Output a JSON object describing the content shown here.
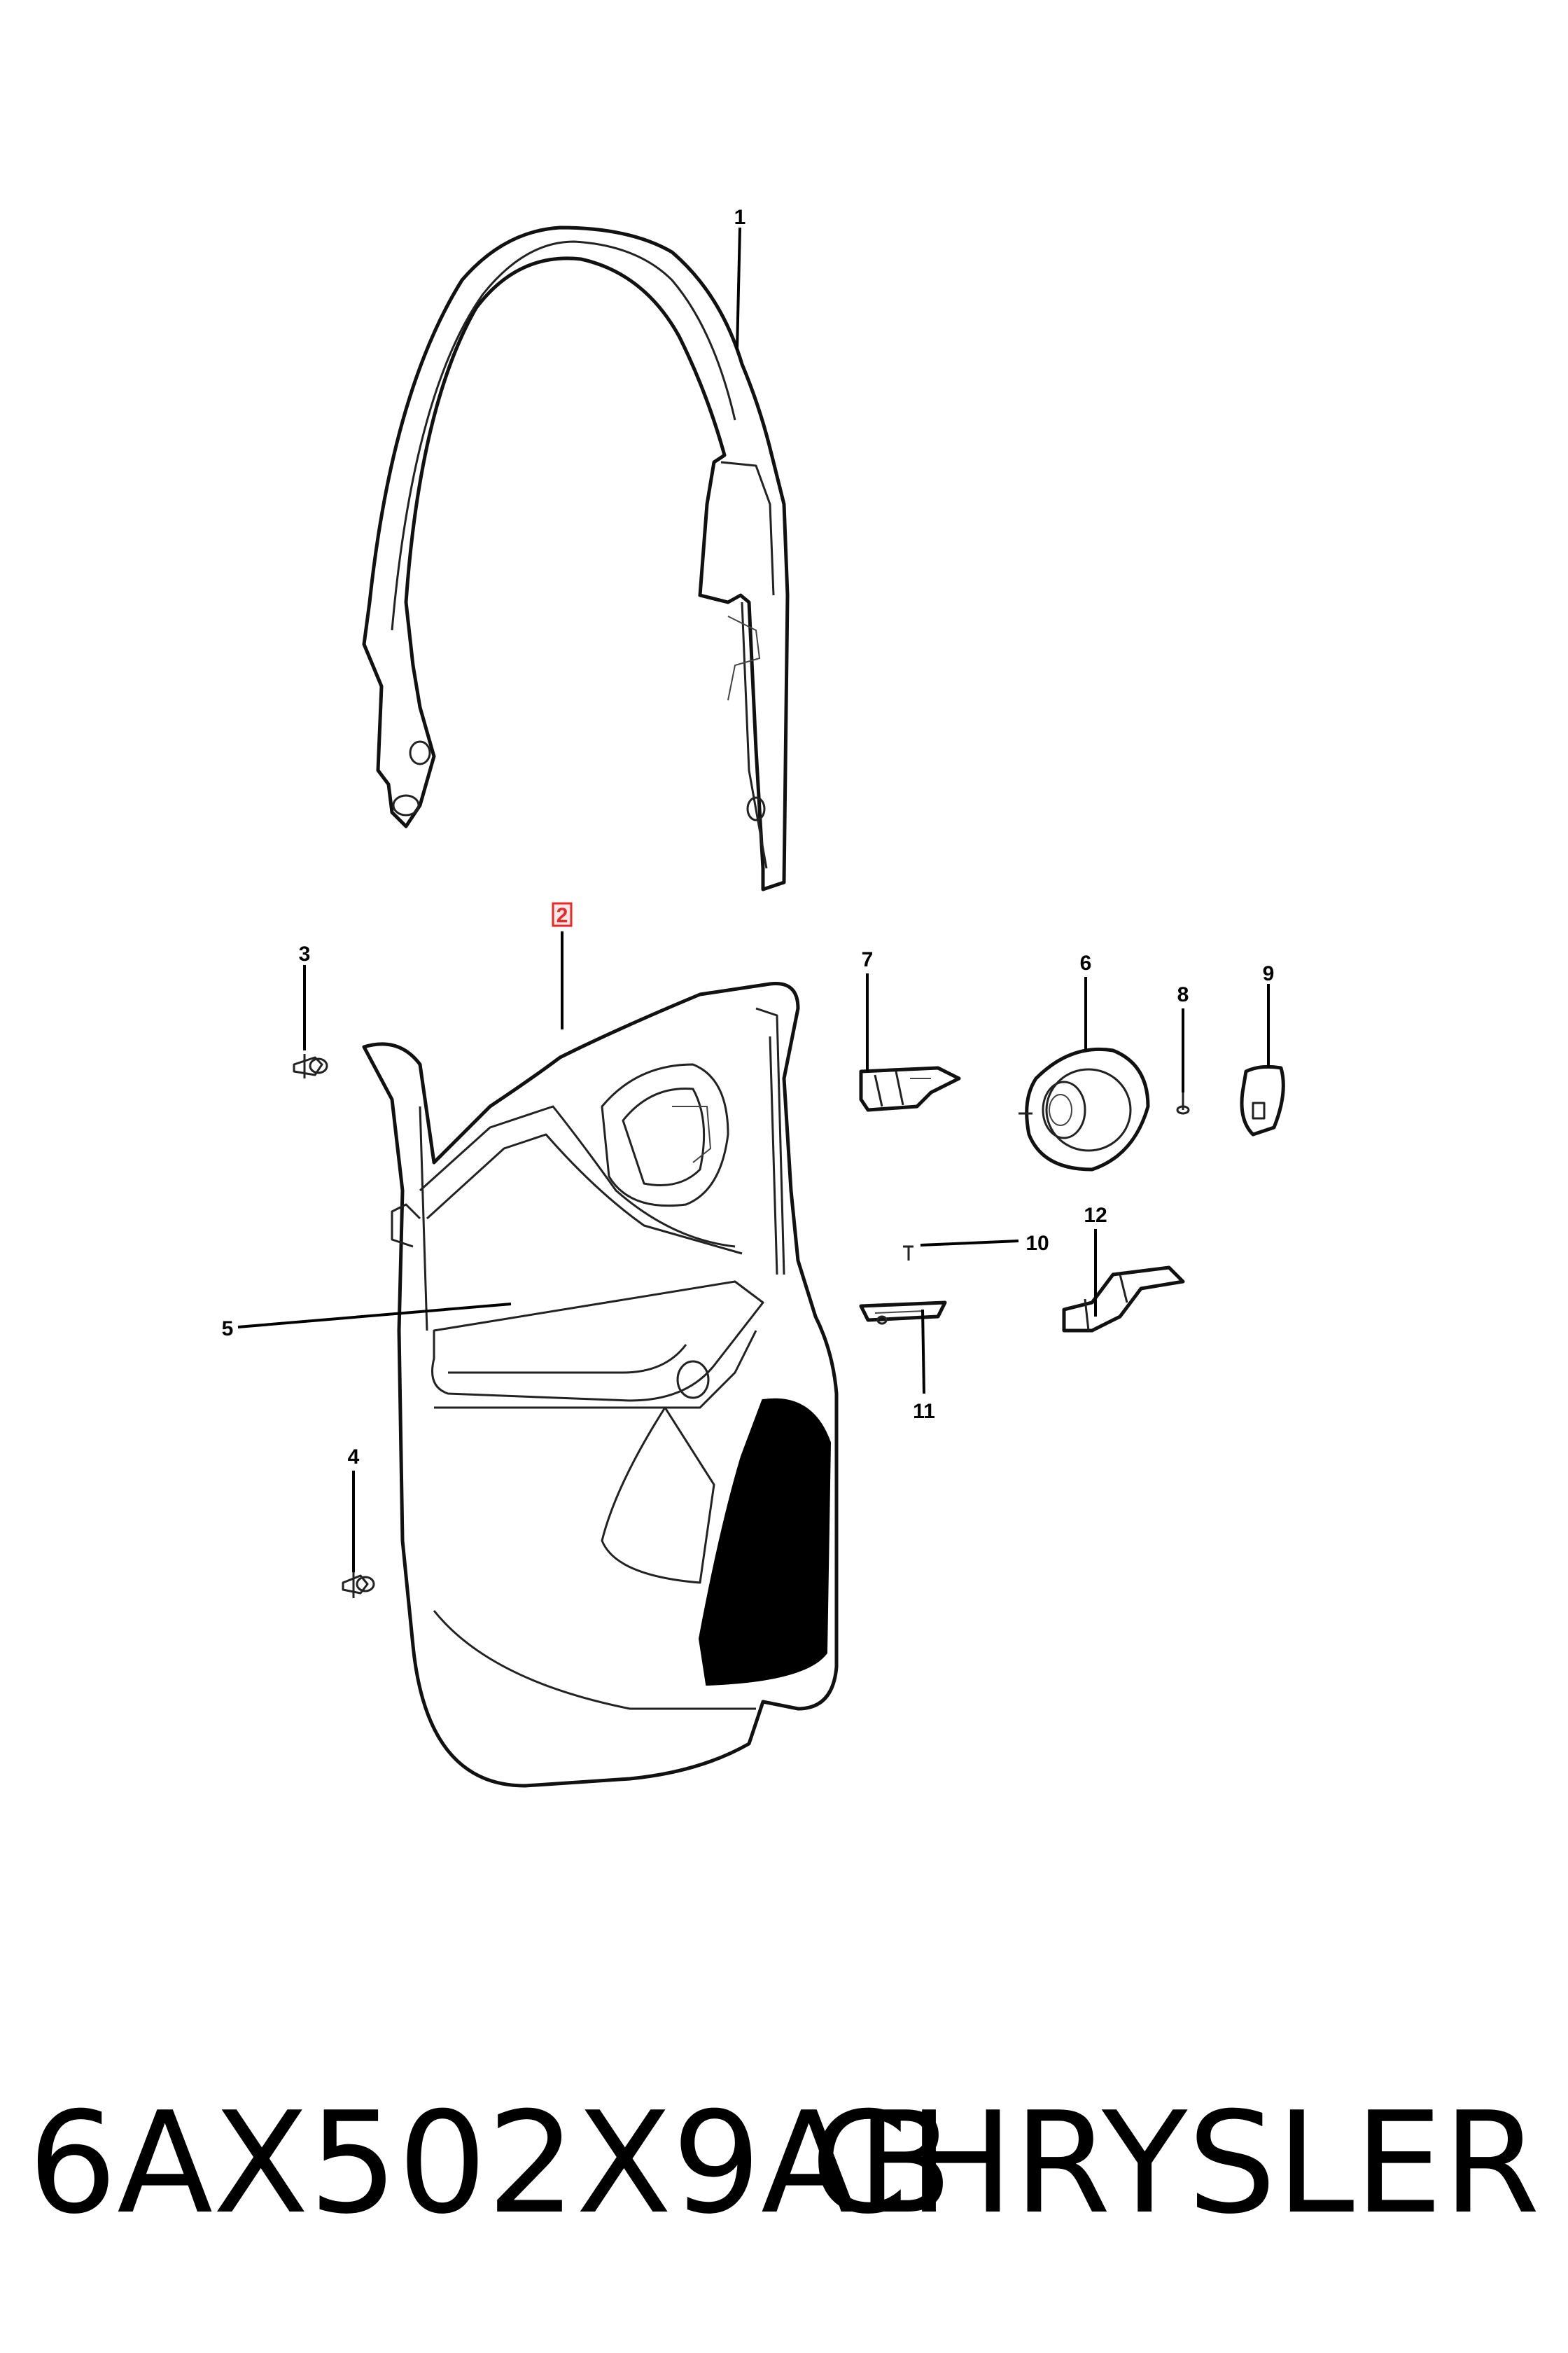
{
  "callouts": {
    "c1": "1",
    "c2": "2",
    "c3": "3",
    "c4": "4",
    "c5": "5",
    "c6": "6",
    "c7": "7",
    "c8": "8",
    "c9": "9",
    "c10": "10",
    "c11": "11",
    "c12": "12"
  },
  "highlighted_callout": "2",
  "highlight_color": "#e8292a",
  "footer": {
    "part_number": "6AX502X9AB",
    "brand": "CHRYSLER"
  }
}
